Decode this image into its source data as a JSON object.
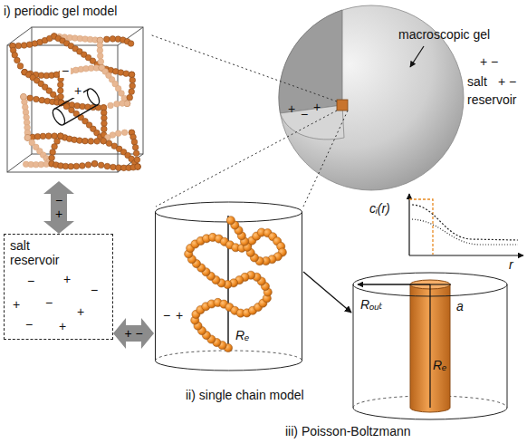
{
  "diagram": {
    "nodes": [
      {
        "text": [
          "i) periodic gel model"
        ]
      },
      {
        "text": [
          "macroscopic gel"
        ]
      },
      {
        "text": [
          "salt reservoir"
        ]
      },
      {
        "text": [
          "ii) single chain model"
        ]
      },
      {
        "text": [
          "iii) Poisson-Boltzmann"
        ]
      }
    ],
    "edges": [
      {
        "from": 0,
        "to": 2,
        "arrow": "both",
        "label": "− +"
      },
      {
        "from": 2,
        "to": 3,
        "arrow": "both",
        "label": "+ −"
      },
      {
        "from": 3,
        "to": 4,
        "arrow": "to"
      }
    ],
    "labels": [
      "+ −",
      "salt",
      "+ −",
      "reservoir",
      "cᵢ(r)",
      "r",
      "−",
      "+",
      "+",
      "−",
      "+",
      "−",
      "+",
      "−",
      "+",
      "−",
      "+",
      "−",
      "+",
      "−",
      "+",
      "Rₑ",
      "Rₒᵤₜ",
      "a",
      "Rₑ"
    ]
  }
}
